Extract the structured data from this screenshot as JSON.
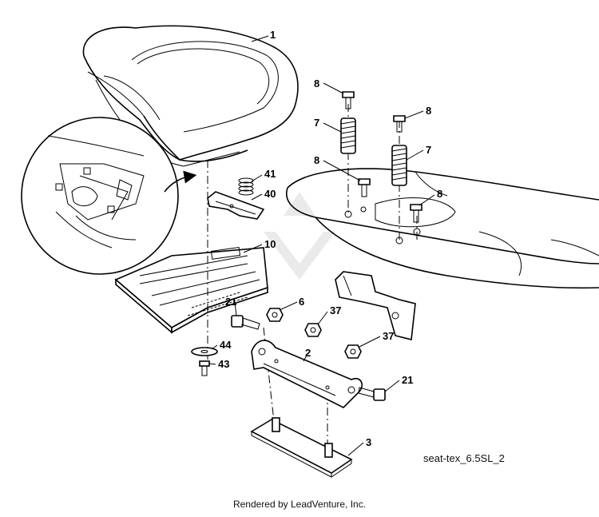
{
  "diagram": {
    "callouts": [
      {
        "id": "c1",
        "text": "1"
      },
      {
        "id": "c8a",
        "text": "8"
      },
      {
        "id": "c8b",
        "text": "8"
      },
      {
        "id": "c8c",
        "text": "8"
      },
      {
        "id": "c8d",
        "text": "8"
      },
      {
        "id": "c7a",
        "text": "7"
      },
      {
        "id": "c7b",
        "text": "7"
      },
      {
        "id": "c41",
        "text": "41"
      },
      {
        "id": "c40",
        "text": "40"
      },
      {
        "id": "c10",
        "text": "10"
      },
      {
        "id": "c21a",
        "text": "21"
      },
      {
        "id": "c6",
        "text": "6"
      },
      {
        "id": "c37a",
        "text": "37"
      },
      {
        "id": "c37b",
        "text": "37"
      },
      {
        "id": "c2",
        "text": "2"
      },
      {
        "id": "c44",
        "text": "44"
      },
      {
        "id": "c43",
        "text": "43"
      },
      {
        "id": "c21b",
        "text": "21"
      },
      {
        "id": "c3",
        "text": "3"
      }
    ],
    "diagram_id": "seat-tex_6.5SL_2",
    "footer": "Rendered by LeadVenture, Inc."
  }
}
